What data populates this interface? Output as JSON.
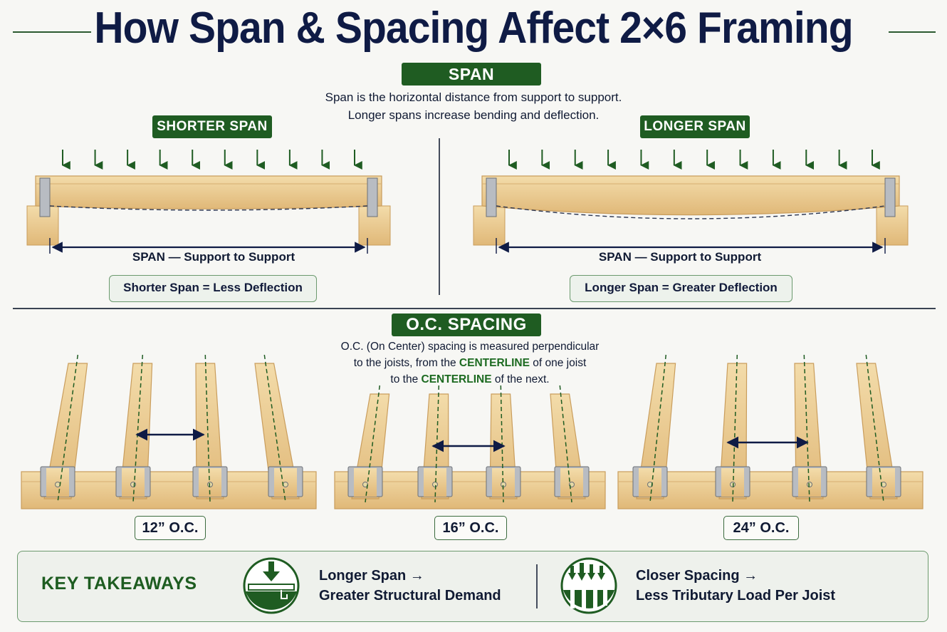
{
  "title": "How Span & Spacing Affect 2×6 Framing",
  "span_section": {
    "heading": "SPAN",
    "description_line1": "Span is the horizontal distance from support to support.",
    "description_line2": "Longer spans increase bending and deflection.",
    "shorter": {
      "label": "SHORTER SPAN",
      "dimension_label": "SPAN — Support to Support",
      "note": "Shorter Span = Less Deflection",
      "load_arrow_count": 10
    },
    "longer": {
      "label": "LONGER SPAN",
      "dimension_label": "SPAN — Support to Support",
      "note": "Longer Span = Greater Deflection",
      "load_arrow_count": 12
    }
  },
  "spacing_section": {
    "heading": "O.C. SPACING",
    "desc_line1": "O.C. (On Center) spacing is measured perpendicular",
    "desc_line2": "to the joists, from the",
    "desc_hl1": "CENTERLINE",
    "desc_line2b": "of one joist",
    "desc_line3a": "to the",
    "desc_hl2": "CENTERLINE",
    "desc_line3b": "of the next.",
    "groups": [
      {
        "label": "12” O.C."
      },
      {
        "label": "16” O.C."
      },
      {
        "label": "24” O.C."
      }
    ]
  },
  "takeaways": {
    "heading": "KEY TAKEAWAYS",
    "item1_line1": "Longer Span →",
    "item1_line2": "Greater Structural Demand",
    "item2_line1": "Closer Spacing →",
    "item2_line2": "Less Tributary Load Per Joist"
  },
  "colors": {
    "brand_green": "#1f5c22",
    "navy": "#0f1b45",
    "wood": "#e8c98f",
    "wood_dark": "#c99d5c"
  }
}
